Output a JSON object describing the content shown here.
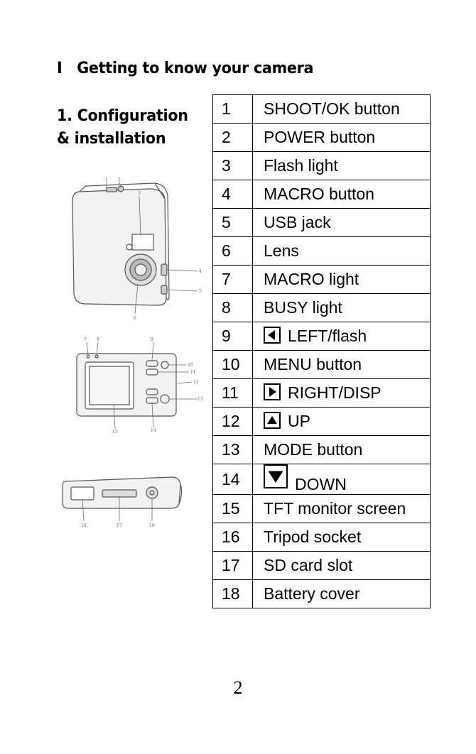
{
  "section": {
    "number": "I",
    "title": "Getting to know your camera"
  },
  "subsection": {
    "line1": "1. Configuration",
    "line2": "& installation"
  },
  "parts": [
    {
      "num": "1",
      "label": "SHOOT/OK button"
    },
    {
      "num": "2",
      "label": "POWER button"
    },
    {
      "num": "3",
      "label": "Flash light"
    },
    {
      "num": "4",
      "label": "MACRO button"
    },
    {
      "num": "5",
      "label": "USB jack"
    },
    {
      "num": "6",
      "label": "Lens"
    },
    {
      "num": "7",
      "label": "MACRO light"
    },
    {
      "num": "8",
      "label": "BUSY light"
    },
    {
      "num": "9",
      "label": "LEFT/flash",
      "icon": "left-arrow-icon"
    },
    {
      "num": "10",
      "label": "MENU button"
    },
    {
      "num": "11",
      "label": "RIGHT/DISP",
      "icon": "right-arrow-icon"
    },
    {
      "num": "12",
      "label": "UP",
      "icon": "up-arrow-icon"
    },
    {
      "num": "13",
      "label": "MODE button"
    },
    {
      "num": "14",
      "label": "DOWN",
      "icon": "down-arrow-icon"
    },
    {
      "num": "15",
      "label": "TFT monitor screen"
    },
    {
      "num": "16",
      "label": "Tripod socket"
    },
    {
      "num": "17",
      "label": "SD card slot"
    },
    {
      "num": "18",
      "label": "Battery cover"
    }
  ],
  "page_number": "2"
}
